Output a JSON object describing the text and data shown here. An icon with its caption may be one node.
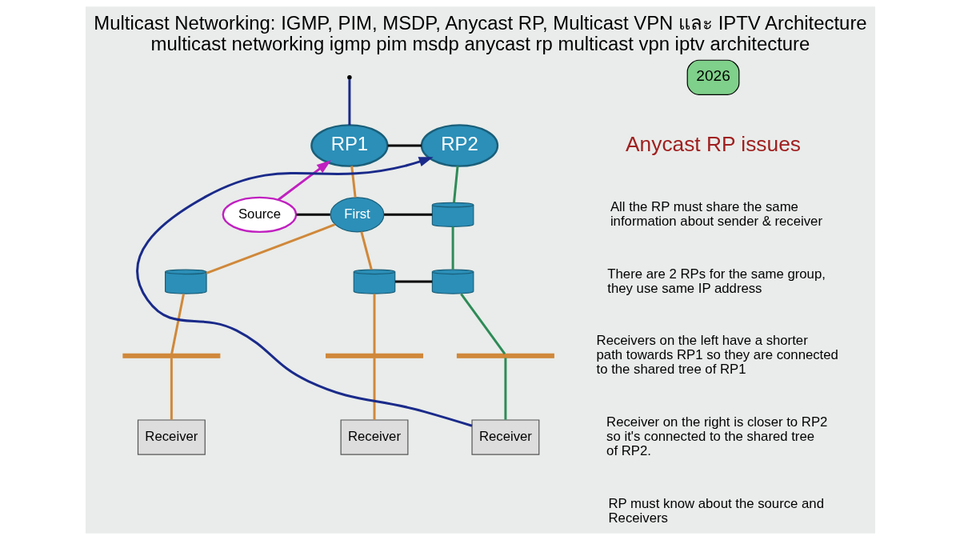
{
  "diagram": {
    "title": "Multicast Networking: IGMP, PIM, MSDP, Anycast RP, Multicast VPN และ IPTV Architecture",
    "caption": "multicast networking igmp pim msdp anycast rp multicast vpn iptv architecture",
    "nodes": [
      {
        "text": [
          "RP1"
        ]
      },
      {
        "text": [
          "RP2"
        ]
      },
      {
        "text": [
          "Source"
        ]
      },
      {
        "text": [
          "First"
        ]
      },
      {
        "text": [],
        "shape": "cylinder"
      },
      {
        "text": [],
        "shape": "cylinder"
      },
      {
        "text": [],
        "shape": "cylinder"
      },
      {
        "text": [],
        "shape": "cylinder"
      },
      {
        "text": [],
        "shape": "bar"
      },
      {
        "text": [],
        "shape": "bar"
      },
      {
        "text": [],
        "shape": "bar"
      },
      {
        "text": [
          "Receiver"
        ]
      },
      {
        "text": [
          "Receiver"
        ]
      },
      {
        "text": [
          "Receiver"
        ]
      }
    ],
    "edges": [
      {
        "from": 0,
        "to": 1,
        "arrow": "none",
        "color": "#000000"
      },
      {
        "from": 0,
        "to": 3,
        "arrow": "none",
        "color": "#d0883a"
      },
      {
        "from": 2,
        "to": 3,
        "arrow": "none",
        "color": "#000000"
      },
      {
        "from": 3,
        "to": 4,
        "arrow": "none",
        "color": "#000000"
      },
      {
        "from": 1,
        "to": 4,
        "arrow": "none",
        "color": "#2e8b57"
      },
      {
        "from": 3,
        "to": 5,
        "arrow": "none",
        "color": "#d0883a"
      },
      {
        "from": 3,
        "to": 6,
        "arrow": "none",
        "color": "#d0883a"
      },
      {
        "from": 4,
        "to": 7,
        "arrow": "none",
        "color": "#2e8b57"
      },
      {
        "from": 6,
        "to": 7,
        "arrow": "none",
        "color": "#000000"
      },
      {
        "from": 5,
        "to": 8,
        "arrow": "none",
        "color": "#d0883a"
      },
      {
        "from": 6,
        "to": 9,
        "arrow": "none",
        "color": "#d0883a"
      },
      {
        "from": 7,
        "to": 10,
        "arrow": "none",
        "color": "#2e8b57"
      },
      {
        "from": 8,
        "to": 11,
        "arrow": "none",
        "color": "#d0883a"
      },
      {
        "from": 9,
        "to": 12,
        "arrow": "none",
        "color": "#d0883a"
      },
      {
        "from": 10,
        "to": 13,
        "arrow": "none",
        "color": "#2e8b57"
      },
      {
        "from": 2,
        "to": 0,
        "arrow": "to",
        "color": "#c020c0"
      },
      {
        "from": 13,
        "to": 1,
        "arrow": "to",
        "color": "#1a2a8a"
      },
      {
        "from": null,
        "to": 0,
        "arrow": "none",
        "color": "#1a2a8a"
      }
    ],
    "labels": [
      "2026",
      "Anycast RP issues",
      "All the RP must share the same information about sender & receiver",
      "There are 2 RPs for the same group, they use same IP address",
      "Receivers on the left have a shorter path towards RP1 so they are connected to the shared tree of RP1",
      "Receiver on the right is closer to RP2 so it's connected to the shared tree of RP2.",
      "RP must know about the source and Receivers"
    ]
  }
}
